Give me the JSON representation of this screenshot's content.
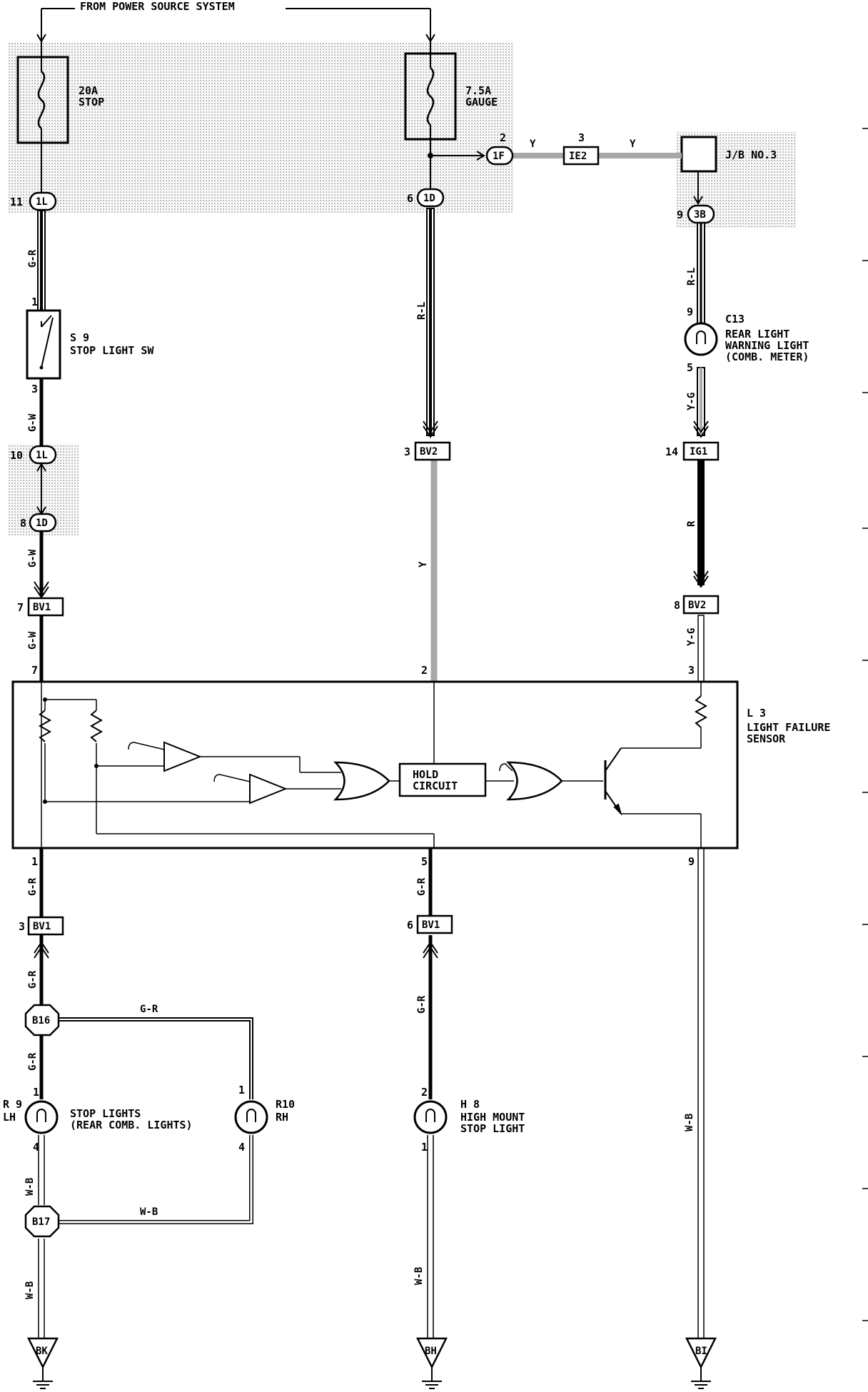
{
  "header": {
    "source_label": "FROM POWER SOURCE SYSTEM"
  },
  "fuses": {
    "stop": {
      "line1": "20A",
      "line2": "STOP"
    },
    "gauge": {
      "line1": "7.5A",
      "line2": "GAUGE"
    }
  },
  "junction_block": {
    "label": "J/B NO.3"
  },
  "connectors": {
    "c_1l_a": "1L",
    "c_1d_a": "1D",
    "c_1f": "1F",
    "c_ie2": "IE2",
    "c_3b": "3B",
    "c_1l_b": "1L",
    "c_1d_b": "1D",
    "c_bv1_a": "BV1",
    "c_bv2_a": "BV2",
    "c_ig1": "IG1",
    "c_bv2_b": "BV2",
    "c_bv1_b": "BV1",
    "c_bv1_c": "BV1",
    "c_b16": "B16",
    "c_b17": "B17"
  },
  "pins": {
    "p11": "11",
    "p6": "6",
    "p2_1f": "2",
    "p3_ie2": "3",
    "p9_3b": "9",
    "p1_s9": "1",
    "p3_s9": "3",
    "p9_c13": "9",
    "p5_c13": "5",
    "p10": "10",
    "p8_1d": "8",
    "p3_bv2": "3",
    "p14": "14",
    "p7_bv1": "7",
    "p8_bv2": "8",
    "p7_l3": "7",
    "p2_l3": "2",
    "p3_l3": "3",
    "p1_l3": "1",
    "p5_l3": "5",
    "p9_l3": "9",
    "p3_bv1": "3",
    "p6_bv1": "6",
    "p1_r9": "1",
    "p4_r9": "4",
    "p1_r10": "1",
    "p4_r10": "4",
    "p2_h8": "2",
    "p1_h8": "1"
  },
  "wires": {
    "w_gr_1": "G-R",
    "w_gw_1": "G-W",
    "w_gw_2": "G-W",
    "w_gw_3": "G-W",
    "w_rl_1": "R-L",
    "w_y_1": "Y",
    "w_y_top1": "Y",
    "w_y_top2": "Y",
    "w_rl_2": "R-L",
    "w_yg_1": "Y-G",
    "w_r_1": "R",
    "w_yg_2": "Y-G",
    "w_gr_2": "G-R",
    "w_gr_3": "G-R",
    "w_gr_4": "G-R",
    "w_gr_5": "G-R",
    "w_gr_6": "G-R",
    "w_gr_7": "G-R",
    "w_wb_1": "W-B",
    "w_wb_2": "W-B",
    "w_wb_3": "W-B",
    "w_wb_4": "W-B",
    "w_wb_5": "W-B"
  },
  "components": {
    "s9": {
      "id": "S 9",
      "name": "STOP LIGHT SW"
    },
    "c13": {
      "id": "C13",
      "line1": "REAR LIGHT",
      "line2": "WARNING LIGHT",
      "line3": "(COMB. METER)"
    },
    "l3": {
      "id": "L 3",
      "line1": "LIGHT FAILURE",
      "line2": "SENSOR",
      "hold1": "HOLD",
      "hold2": "CIRCUIT"
    },
    "r9": {
      "id": "R 9",
      "side": "LH",
      "line1": "STOP LIGHTS",
      "line2": "(REAR COMB. LIGHTS)"
    },
    "r10": {
      "id": "R10",
      "side": "RH"
    },
    "h8": {
      "id": "H 8",
      "line1": "HIGH MOUNT",
      "line2": "STOP LIGHT"
    }
  },
  "grounds": {
    "g_bk": "BK",
    "g_bh": "BH",
    "g_bi": "BI"
  },
  "colors": {
    "ink": "#000000",
    "shade": "#d8d8d8",
    "wire_y": "#a8a8a8"
  }
}
